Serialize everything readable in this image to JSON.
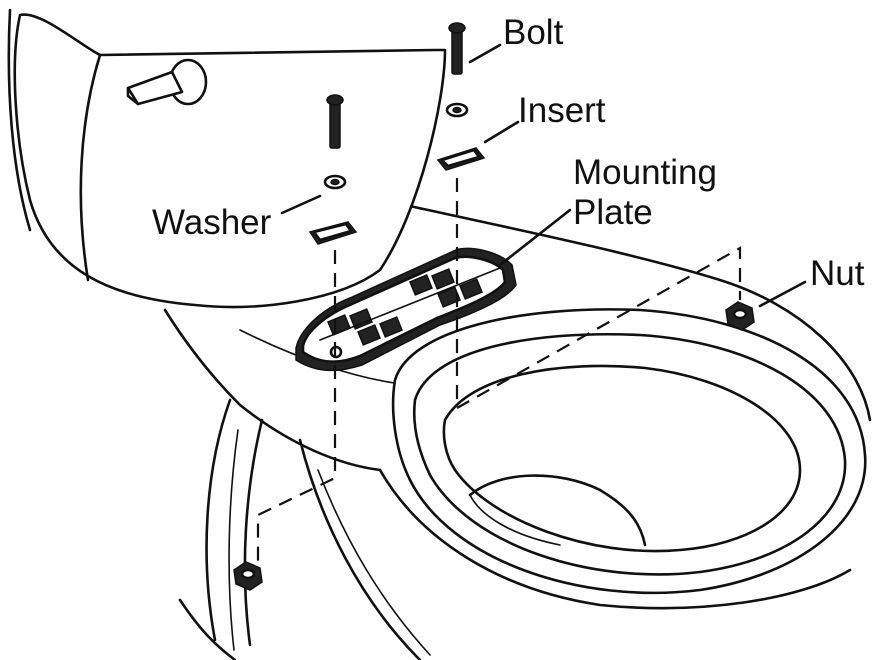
{
  "labels": {
    "bolt": "Bolt",
    "insert": "Insert",
    "mounting_plate_line1": "Mounting",
    "mounting_plate_line2": "Plate",
    "washer": "Washer",
    "nut": "Nut"
  },
  "colors": {
    "ink": "#111111",
    "fill": "#ffffff",
    "part_dark": "#222222"
  }
}
